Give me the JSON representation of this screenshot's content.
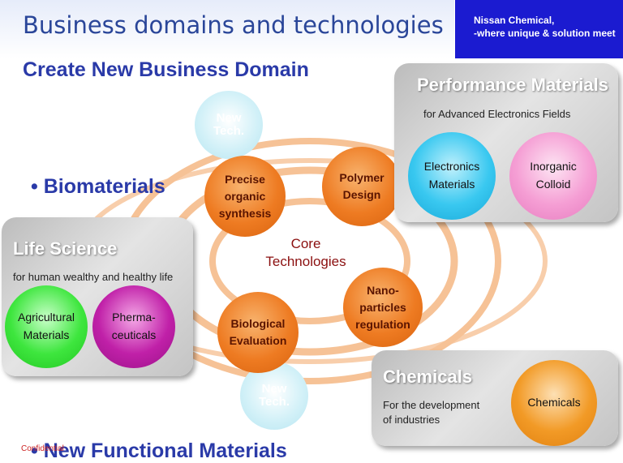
{
  "header": {
    "title": "Business domains and technologies",
    "brand_line1": "Nissan Chemical,",
    "brand_line2": "-where unique & solution meet"
  },
  "subtitle": "Create New Business Domain",
  "bullets": {
    "biomaterials": "Biomaterials",
    "new_functional": "New Functional Materials"
  },
  "confidential": "Confidential",
  "core": {
    "label_line1": "Core",
    "label_line2": "Technologies",
    "nodes": [
      {
        "line1": "Precise",
        "line2": "organic",
        "line3": "synthesis"
      },
      {
        "line1": "Polymer",
        "line2": "Design"
      },
      {
        "line1": "Nano-",
        "line2": "particles",
        "line3": "regulation"
      },
      {
        "line1": "Biological",
        "line2": "Evaluation"
      }
    ],
    "new_tech": {
      "line1": "New",
      "line2": "Tech."
    }
  },
  "panels": {
    "performance": {
      "title": "Performance Materials",
      "subtitle": "for Advanced Electronics Fields",
      "items": [
        {
          "line1": "Electronics",
          "line2": "Materials",
          "color": "#39c8f0"
        },
        {
          "line1": "Inorganic",
          "line2": "Colloid",
          "color": "#f59ed4"
        }
      ]
    },
    "life_science": {
      "title": "Life Science",
      "subtitle": "for human wealthy and healthy life",
      "items": [
        {
          "line1": "Agricultural",
          "line2": "Materials",
          "color": "#3ee63e"
        },
        {
          "line1": "Pherma-",
          "line2": "ceuticals",
          "color": "#c020a8"
        }
      ]
    },
    "chemicals": {
      "title": "Chemicals",
      "subtitle_line1": "For the development",
      "subtitle_line2": "of industries",
      "items": [
        {
          "line1": "Chemicals",
          "color": "#f29a26"
        }
      ]
    }
  },
  "colors": {
    "title_blue": "#2a4699",
    "brand_blue": "#1b1bd0",
    "ring_orange": "#f6c296",
    "core_text": "#8b1010",
    "confidential_red": "#cc2222"
  }
}
